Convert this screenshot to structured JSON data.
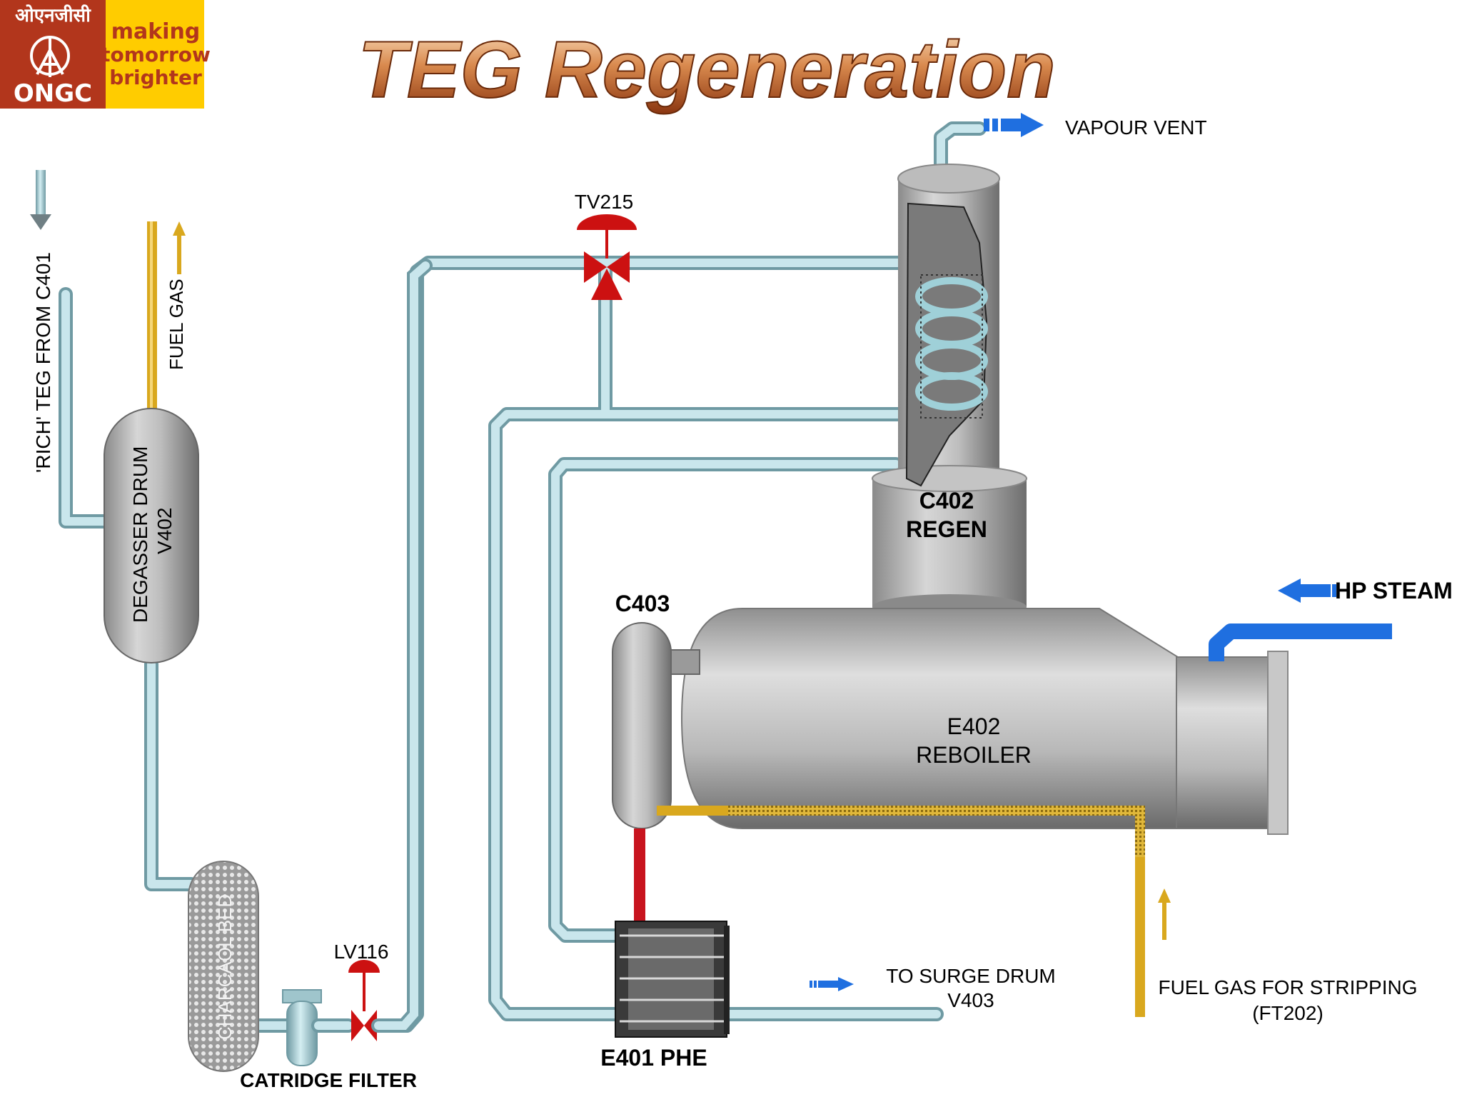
{
  "logo": {
    "hindi": "ओएनजीसी",
    "brand": "ONGC",
    "tagline": [
      "making",
      "tomorrow",
      "brighter"
    ],
    "colors": {
      "red": "#b2361c",
      "yellow": "#ffcc00",
      "tagline": "#b2361c"
    }
  },
  "title": "TEG Regeneration",
  "labels": {
    "vapour_vent": "VAPOUR VENT",
    "tv215": "TV215",
    "rich_teg": "'RICH' TEG FROM C401",
    "fuel_gas": "FUEL GAS",
    "degasser_line1": "DEGASSER DRUM",
    "degasser_line2": "V402",
    "c402_line1": "C402",
    "c402_line2": "REGEN",
    "c403": "C403",
    "hp_steam": "HP STEAM",
    "e402_line1": "E402",
    "e402_line2": "REBOILER",
    "charcoal_bed": "CHARCAOL  BED",
    "lv116": "LV116",
    "to_surge_line1": "TO SURGE DRUM",
    "to_surge_line2": "V403",
    "fuel_gas_stripping_line1": "FUEL GAS FOR STRIPPING",
    "fuel_gas_stripping_line2": "(FT202)",
    "catridge_filter": "CATRIDGE FILTER",
    "e401_phe": "E401 PHE"
  },
  "colors": {
    "pipe": "#a9cfd6",
    "pipe_edge": "#6f9aa3",
    "steam": "#1f6fe0",
    "fuel": "#d9a81e",
    "valve_red": "#cc1111",
    "vessel_dark": "#7e7e7e",
    "vessel_light": "#dcdcdc",
    "hot_line": "#c8141e",
    "title_top": "#f6c79a",
    "title_bottom": "#9a3a12"
  }
}
